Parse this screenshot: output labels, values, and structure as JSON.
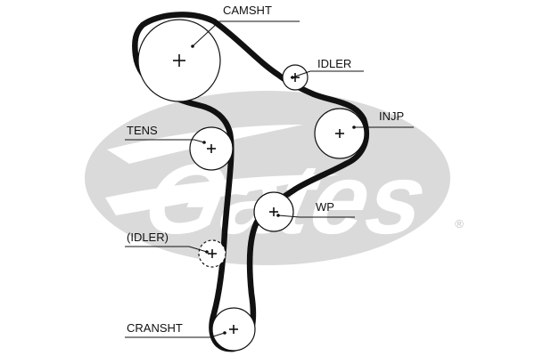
{
  "watermark": {
    "brand": "Gates",
    "registered": "®",
    "color": "#dadada"
  },
  "belt": {
    "color": "#111111"
  },
  "pulleys": [
    {
      "id": "camsht",
      "label": "CAMSHT",
      "icon": "plus-icon"
    },
    {
      "id": "idler",
      "label": "IDLER",
      "icon": "plus-icon"
    },
    {
      "id": "injp",
      "label": "INJP",
      "icon": "plus-icon"
    },
    {
      "id": "tens",
      "label": "TENS",
      "icon": "plus-icon"
    },
    {
      "id": "wp",
      "label": "WP",
      "icon": "plus-icon"
    },
    {
      "id": "idler2",
      "label": "(IDLER)",
      "icon": "plus-icon"
    },
    {
      "id": "cransht",
      "label": "CRANSHT",
      "icon": "plus-icon"
    }
  ]
}
